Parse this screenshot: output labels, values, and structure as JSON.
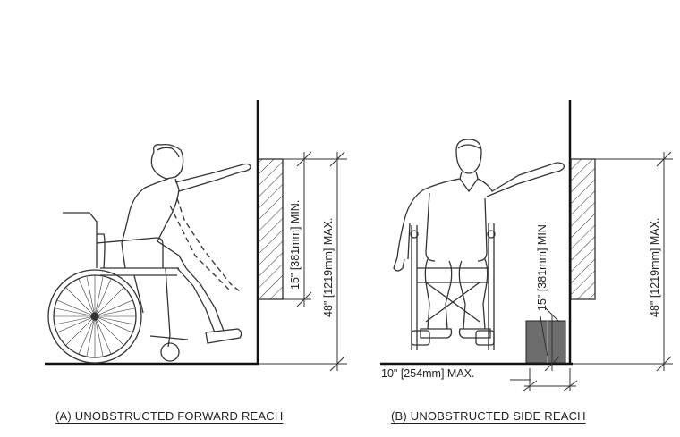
{
  "panels": [
    {
      "caption": "(A) UNOBSTRUCTED FORWARD REACH",
      "dimensions": {
        "min_height": "15\" [381mm] MIN.",
        "max_height": "48\" [1219mm] MAX."
      }
    },
    {
      "caption": "(B) UNOBSTRUCTED SIDE REACH",
      "dimensions": {
        "min_height": "15\" [381mm] MIN.",
        "max_height": "48\" [1219mm] MAX.",
        "max_depth": "10\" [254mm] MAX."
      }
    }
  ]
}
